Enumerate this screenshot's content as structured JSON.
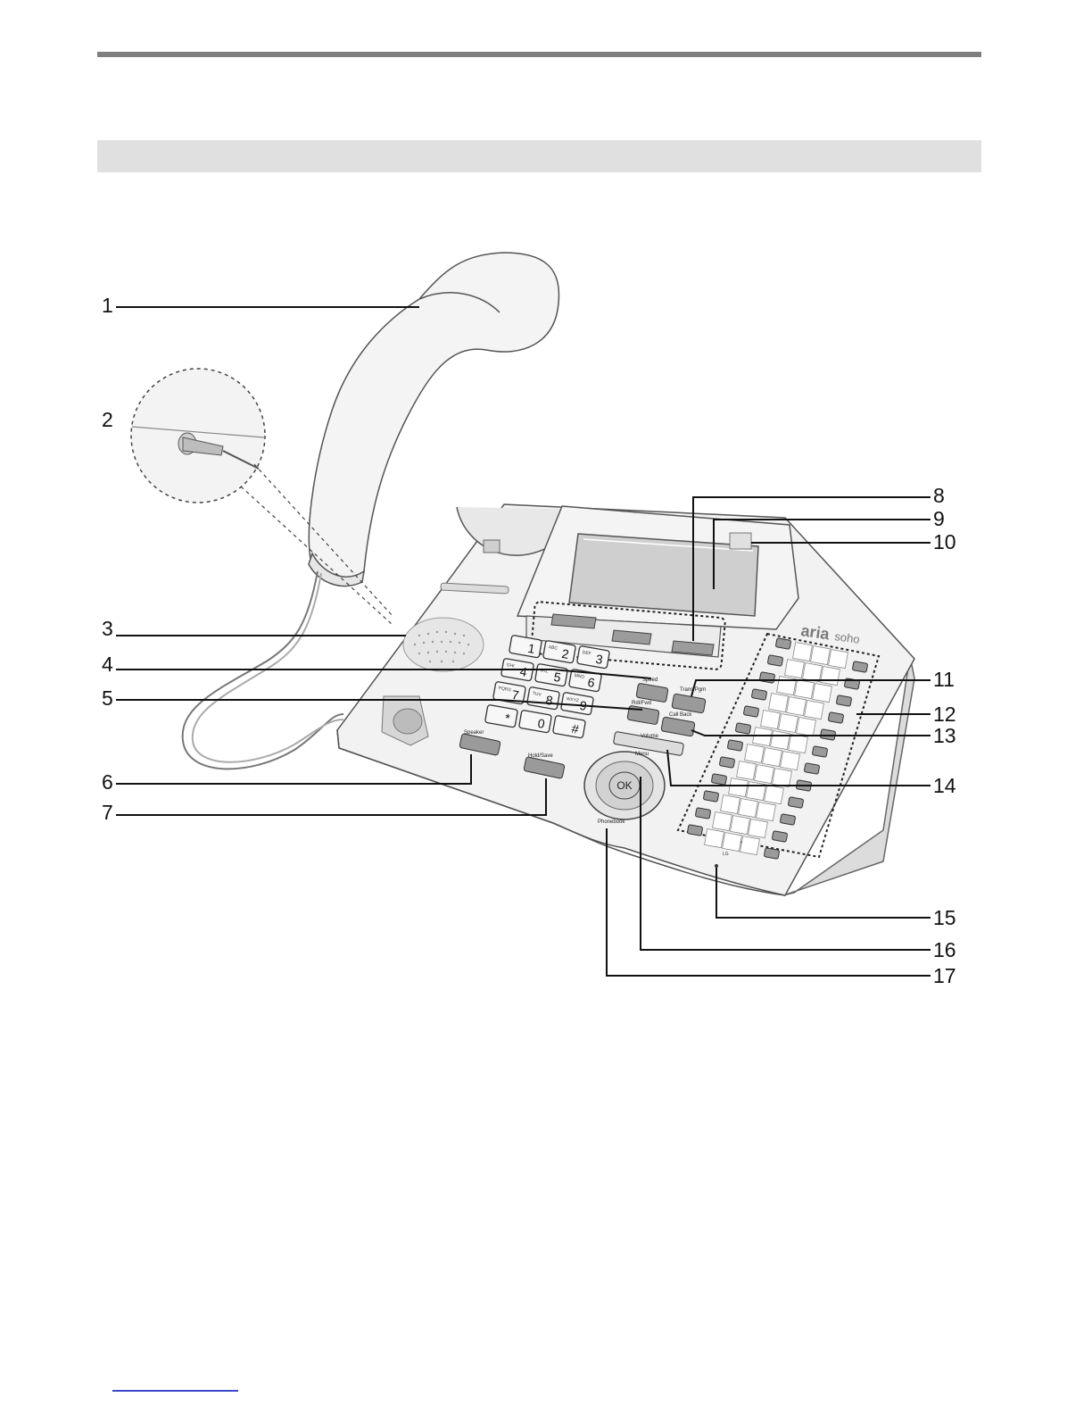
{
  "callouts": [
    {
      "id": "c1",
      "text": "1"
    },
    {
      "id": "c2",
      "text": "2"
    },
    {
      "id": "c3",
      "text": "3"
    },
    {
      "id": "c4",
      "text": "4"
    },
    {
      "id": "c5",
      "text": "5"
    },
    {
      "id": "c6",
      "text": "6"
    },
    {
      "id": "c7",
      "text": "7"
    },
    {
      "id": "c8",
      "text": "8"
    },
    {
      "id": "c9",
      "text": "9"
    },
    {
      "id": "c10",
      "text": "10"
    },
    {
      "id": "c11",
      "text": "11"
    },
    {
      "id": "c12",
      "text": "12"
    },
    {
      "id": "c13",
      "text": "13"
    },
    {
      "id": "c14",
      "text": "14"
    },
    {
      "id": "c15",
      "text": "15"
    },
    {
      "id": "c16",
      "text": "16"
    },
    {
      "id": "c17",
      "text": "17"
    }
  ],
  "phone": {
    "brand": "aria",
    "brand_suffix": "soho",
    "keypad": [
      {
        "digit": "1",
        "letters": ""
      },
      {
        "digit": "2",
        "letters": "ABC"
      },
      {
        "digit": "3",
        "letters": "DEF"
      },
      {
        "digit": "4",
        "letters": "GHI"
      },
      {
        "digit": "5",
        "letters": "JKL"
      },
      {
        "digit": "6",
        "letters": "MNO"
      },
      {
        "digit": "7",
        "letters": "PQRS"
      },
      {
        "digit": "8",
        "letters": "TUV"
      },
      {
        "digit": "9",
        "letters": "WXYZ"
      },
      {
        "digit": "*",
        "letters": ""
      },
      {
        "digit": "0",
        "letters": ""
      },
      {
        "digit": "#",
        "letters": ""
      }
    ],
    "labels": {
      "speed": "Speed",
      "transfer": "Trans/Pgm",
      "redial": "Rdl/Fwd",
      "callback": "Call Back",
      "speaker": "Speaker",
      "hold": "Hold/Save",
      "volume": "Volume",
      "menu": "Menu",
      "phonebook": "Phonebook",
      "ok": "OK",
      "dnd": "LG"
    }
  },
  "colors": {
    "rule": "#7f7f7f",
    "section_bar": "#e0e0e0",
    "body": "#f2f2f2",
    "outline": "#555555",
    "display": "#cfcfcf",
    "button": "#9a9a9a",
    "link_underline": "#3a48c8"
  }
}
